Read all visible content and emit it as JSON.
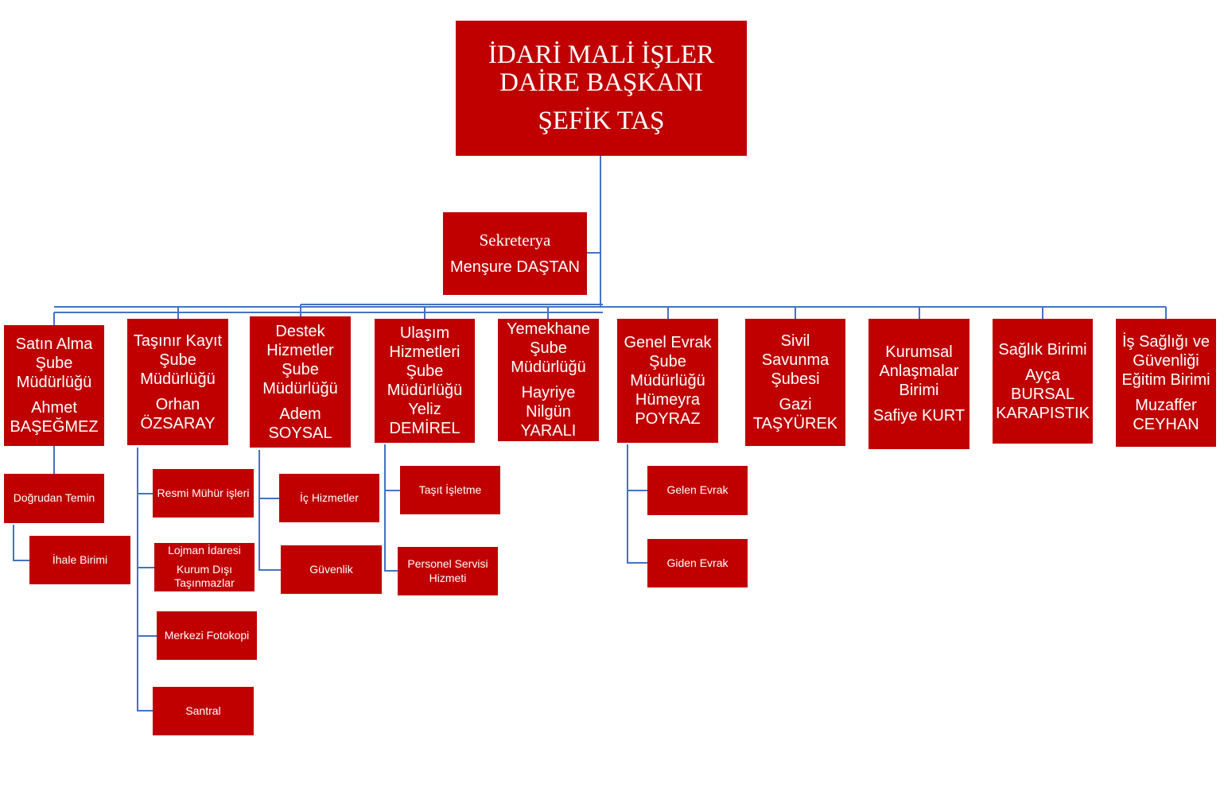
{
  "colors": {
    "box": "#C00000",
    "line": "#4472C4",
    "text": "#FFFFFF"
  },
  "head": {
    "title_line1": "İDARİ MALİ İŞLER",
    "title_line2": "DAİRE BAŞKANI",
    "name": "ŞEFİK TAŞ"
  },
  "secretary": {
    "title": "Sekreterya",
    "name": "Menşure DAŞTAN"
  },
  "units": [
    {
      "title": "Satın Alma Şube Müdürlüğü",
      "name": "Ahmet BAŞEĞMEZ"
    },
    {
      "title": "Taşınır Kayıt Şube Müdürlüğü",
      "name": "Orhan ÖZSARAY"
    },
    {
      "title": "Destek Hizmetler Şube Müdürlüğü",
      "name": "Adem SOYSAL"
    },
    {
      "title": "Ulaşım Hizmetleri Şube Müdürlüğü",
      "name": "Yeliz DEMİREL"
    },
    {
      "title": "Yemekhane Şube Müdürlüğü",
      "name": "Hayriye Nilgün YARALI"
    },
    {
      "title": "Genel Evrak Şube Müdürlüğü",
      "name": "Hümeyra POYRAZ"
    },
    {
      "title": "Sivil Savunma Şubesi",
      "name": "Gazi TAŞYÜREK"
    },
    {
      "title": "Kurumsal Anlaşmalar Birimi",
      "name": "Safiye KURT"
    },
    {
      "title": "Sağlık Birimi",
      "name": "Ayça BURSAL KARAPISTIK"
    },
    {
      "title": "İş Sağlığı ve Güvenliği Eğitim Birimi",
      "name": "Muzaffer CEYHAN"
    }
  ],
  "subunits": {
    "satin_alma": [
      "Doğrudan Temin",
      "İhale Birimi"
    ],
    "tasinir": [
      "Resmi Mühür işleri",
      "Lojman İdaresi",
      "Kurum Dışı Taşınmazlar",
      "Merkezi Fotokopi",
      "Santral"
    ],
    "destek": [
      "İç Hizmetler",
      "Güvenlik"
    ],
    "ulasim": [
      "Taşıt İşletme",
      "Personel Servisi Hizmeti"
    ],
    "genel_evrak": [
      "Gelen Evrak",
      "Giden Evrak"
    ]
  }
}
